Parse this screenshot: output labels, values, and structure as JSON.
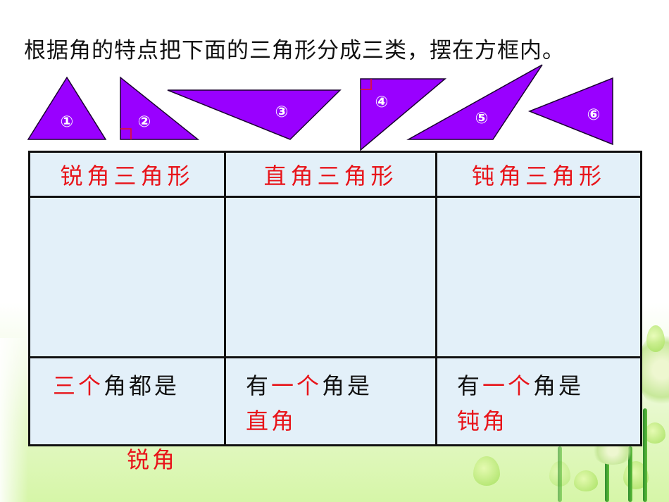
{
  "instruction": "根据角的特点把下面的三角形分成三类，摆在方框内。",
  "colors": {
    "triangle_fill": "#9900ff",
    "accent_red": "#e8141a",
    "table_bg": "#e3f0f9"
  },
  "triangles": [
    {
      "label": "①",
      "type": "acute"
    },
    {
      "label": "②",
      "type": "right"
    },
    {
      "label": "③",
      "type": "obtuse"
    },
    {
      "label": "④",
      "type": "right"
    },
    {
      "label": "⑤",
      "type": "obtuse"
    },
    {
      "label": "⑥",
      "type": "acute"
    }
  ],
  "table": {
    "headers": [
      "锐角三角形",
      "直角三角形",
      "钝角三角形"
    ],
    "descriptions": [
      {
        "pre": "",
        "red1": "三个",
        "mid": "角都是",
        "red2": ""
      },
      {
        "pre": "有",
        "red1": "一个",
        "mid": "角是",
        "red2": "直角"
      },
      {
        "pre": "有",
        "red1": "一个",
        "mid": "角是",
        "red2": "钝角"
      }
    ]
  },
  "overflow_label": "锐角"
}
